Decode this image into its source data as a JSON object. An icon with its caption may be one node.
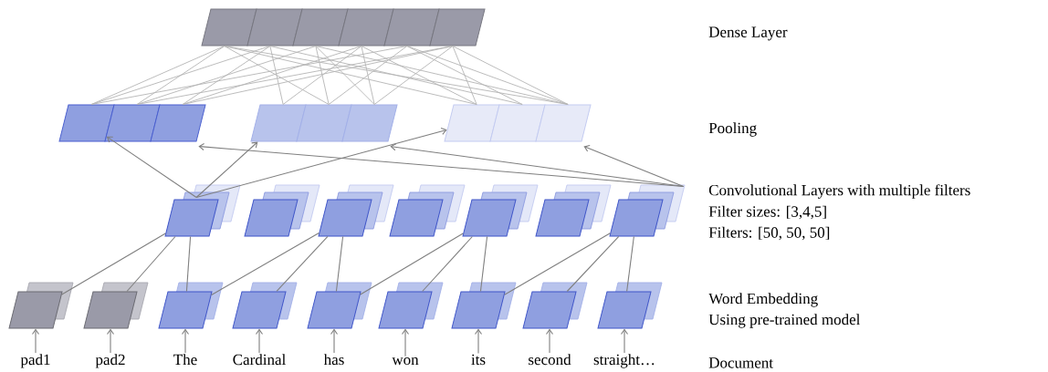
{
  "diagram": {
    "nodes": [
      {
        "text": [],
        "shape": "parallelogram"
      },
      {
        "text": [],
        "shape": "parallelogram"
      },
      {
        "text": [],
        "shape": "parallelogram"
      },
      {
        "text": [],
        "shape": "parallelogram"
      },
      {
        "text": [],
        "shape": "parallelogram"
      },
      {
        "text": [],
        "shape": "parallelogram"
      },
      {
        "text": [],
        "shape": "parallelogram"
      },
      {
        "text": [],
        "shape": "parallelogram"
      },
      {
        "text": [],
        "shape": "parallelogram"
      },
      {
        "text": [],
        "shape": "parallelogram"
      },
      {
        "text": [],
        "shape": "parallelogram"
      },
      {
        "text": [],
        "shape": "parallelogram"
      },
      {
        "text": [],
        "shape": "parallelogram"
      },
      {
        "text": [],
        "shape": "parallelogram"
      },
      {
        "text": [],
        "shape": "parallelogram"
      },
      {
        "text": [],
        "shape": "parallelogram"
      },
      {
        "text": [],
        "shape": "parallelogram"
      },
      {
        "text": [],
        "shape": "parallelogram"
      },
      {
        "text": [],
        "shape": "parallelogram"
      },
      {
        "text": [],
        "shape": "parallelogram"
      },
      {
        "text": [],
        "shape": "parallelogram"
      },
      {
        "text": [],
        "shape": "parallelogram"
      },
      {
        "text": [],
        "shape": "parallelogram"
      },
      {
        "text": [],
        "shape": "parallelogram"
      },
      {
        "text": [],
        "shape": "parallelogram"
      },
      {
        "text": [],
        "shape": "parallelogram"
      },
      {
        "text": [],
        "shape": "parallelogram"
      },
      {
        "text": [],
        "shape": "parallelogram"
      },
      {
        "text": [],
        "shape": "parallelogram"
      },
      {
        "text": [],
        "shape": "parallelogram"
      },
      {
        "text": [],
        "shape": "parallelogram"
      },
      {
        "text": [
          "pad1"
        ]
      },
      {
        "text": [
          "pad2"
        ]
      },
      {
        "text": [
          "The"
        ]
      },
      {
        "text": [
          "Cardinal"
        ]
      },
      {
        "text": [
          "has"
        ]
      },
      {
        "text": [
          "won"
        ]
      },
      {
        "text": [
          "its"
        ]
      },
      {
        "text": [
          "second"
        ]
      },
      {
        "text": [
          "straight…"
        ]
      }
    ],
    "edges": [
      {
        "from": 0,
        "to": 6,
        "arrow": "none",
        "color": "#b4b4b4"
      },
      {
        "from": 0,
        "to": 7,
        "arrow": "none",
        "color": "#b4b4b4"
      },
      {
        "from": 0,
        "to": 10,
        "arrow": "none",
        "color": "#b4b4b4"
      },
      {
        "from": 0,
        "to": 12,
        "arrow": "none",
        "color": "#b4b4b4"
      },
      {
        "from": 0,
        "to": 14,
        "arrow": "none",
        "color": "#b4b4b4"
      },
      {
        "from": 1,
        "to": 6,
        "arrow": "none",
        "color": "#b4b4b4"
      },
      {
        "from": 1,
        "to": 8,
        "arrow": "none",
        "color": "#b4b4b4"
      },
      {
        "from": 1,
        "to": 9,
        "arrow": "none",
        "color": "#b4b4b4"
      },
      {
        "from": 1,
        "to": 13,
        "arrow": "none",
        "color": "#b4b4b4"
      },
      {
        "from": 2,
        "to": 7,
        "arrow": "none",
        "color": "#b4b4b4"
      },
      {
        "from": 2,
        "to": 10,
        "arrow": "none",
        "color": "#b4b4b4"
      },
      {
        "from": 2,
        "to": 11,
        "arrow": "none",
        "color": "#b4b4b4"
      },
      {
        "from": 2,
        "to": 14,
        "arrow": "none",
        "color": "#b4b4b4"
      },
      {
        "from": 3,
        "to": 8,
        "arrow": "none",
        "color": "#b4b4b4"
      },
      {
        "from": 3,
        "to": 9,
        "arrow": "none",
        "color": "#b4b4b4"
      },
      {
        "from": 3,
        "to": 11,
        "arrow": "none",
        "color": "#b4b4b4"
      },
      {
        "from": 3,
        "to": 12,
        "arrow": "none",
        "color": "#b4b4b4"
      },
      {
        "from": 4,
        "to": 6,
        "arrow": "none",
        "color": "#b4b4b4"
      },
      {
        "from": 4,
        "to": 10,
        "arrow": "none",
        "color": "#b4b4b4"
      },
      {
        "from": 4,
        "to": 13,
        "arrow": "none",
        "color": "#b4b4b4"
      },
      {
        "from": 4,
        "to": 14,
        "arrow": "none",
        "color": "#b4b4b4"
      },
      {
        "from": 5,
        "to": 7,
        "arrow": "none",
        "color": "#b4b4b4"
      },
      {
        "from": 5,
        "to": 8,
        "arrow": "none",
        "color": "#b4b4b4"
      },
      {
        "from": 5,
        "to": 11,
        "arrow": "none",
        "color": "#b4b4b4"
      },
      {
        "from": 5,
        "to": 12,
        "arrow": "none",
        "color": "#b4b4b4"
      },
      {
        "from": 5,
        "to": 14,
        "arrow": "none",
        "color": "#b4b4b4"
      },
      {
        "from": 15,
        "to": 6,
        "arrow": "to"
      },
      {
        "from": 21,
        "to": 8,
        "arrow": "to"
      },
      {
        "from": 15,
        "to": 9,
        "arrow": "to"
      },
      {
        "from": 21,
        "to": 11,
        "arrow": "to"
      },
      {
        "from": 15,
        "to": 12,
        "arrow": "to"
      },
      {
        "from": 21,
        "to": 14,
        "arrow": "to"
      },
      {
        "from": 22,
        "to": 15,
        "arrow": "none"
      },
      {
        "from": 23,
        "to": 15,
        "arrow": "none"
      },
      {
        "from": 24,
        "to": 15,
        "arrow": "none"
      },
      {
        "from": 24,
        "to": 17,
        "arrow": "none"
      },
      {
        "from": 25,
        "to": 17,
        "arrow": "none"
      },
      {
        "from": 26,
        "to": 17,
        "arrow": "none"
      },
      {
        "from": 26,
        "to": 19,
        "arrow": "none"
      },
      {
        "from": 27,
        "to": 19,
        "arrow": "none"
      },
      {
        "from": 28,
        "to": 19,
        "arrow": "none"
      },
      {
        "from": 28,
        "to": 21,
        "arrow": "none"
      },
      {
        "from": 29,
        "to": 21,
        "arrow": "none"
      },
      {
        "from": 30,
        "to": 21,
        "arrow": "none"
      },
      {
        "from": 31,
        "to": 22,
        "arrow": "to"
      },
      {
        "from": 32,
        "to": 23,
        "arrow": "to"
      },
      {
        "from": 33,
        "to": 24,
        "arrow": "to"
      },
      {
        "from": 34,
        "to": 25,
        "arrow": "to"
      },
      {
        "from": 35,
        "to": 26,
        "arrow": "to"
      },
      {
        "from": 36,
        "to": 27,
        "arrow": "to"
      },
      {
        "from": 37,
        "to": 28,
        "arrow": "to"
      },
      {
        "from": 38,
        "to": 29,
        "arrow": "to"
      },
      {
        "from": 39,
        "to": 30,
        "arrow": "to"
      }
    ],
    "labels": [
      "Dense Layer",
      "Pooling",
      "Convolutional Layers with multiple filters",
      "Filter sizes: [3,4,5]",
      "Filters: [50, 50, 50]",
      "Word Embedding",
      "Using pre-trained model",
      "Document"
    ]
  }
}
